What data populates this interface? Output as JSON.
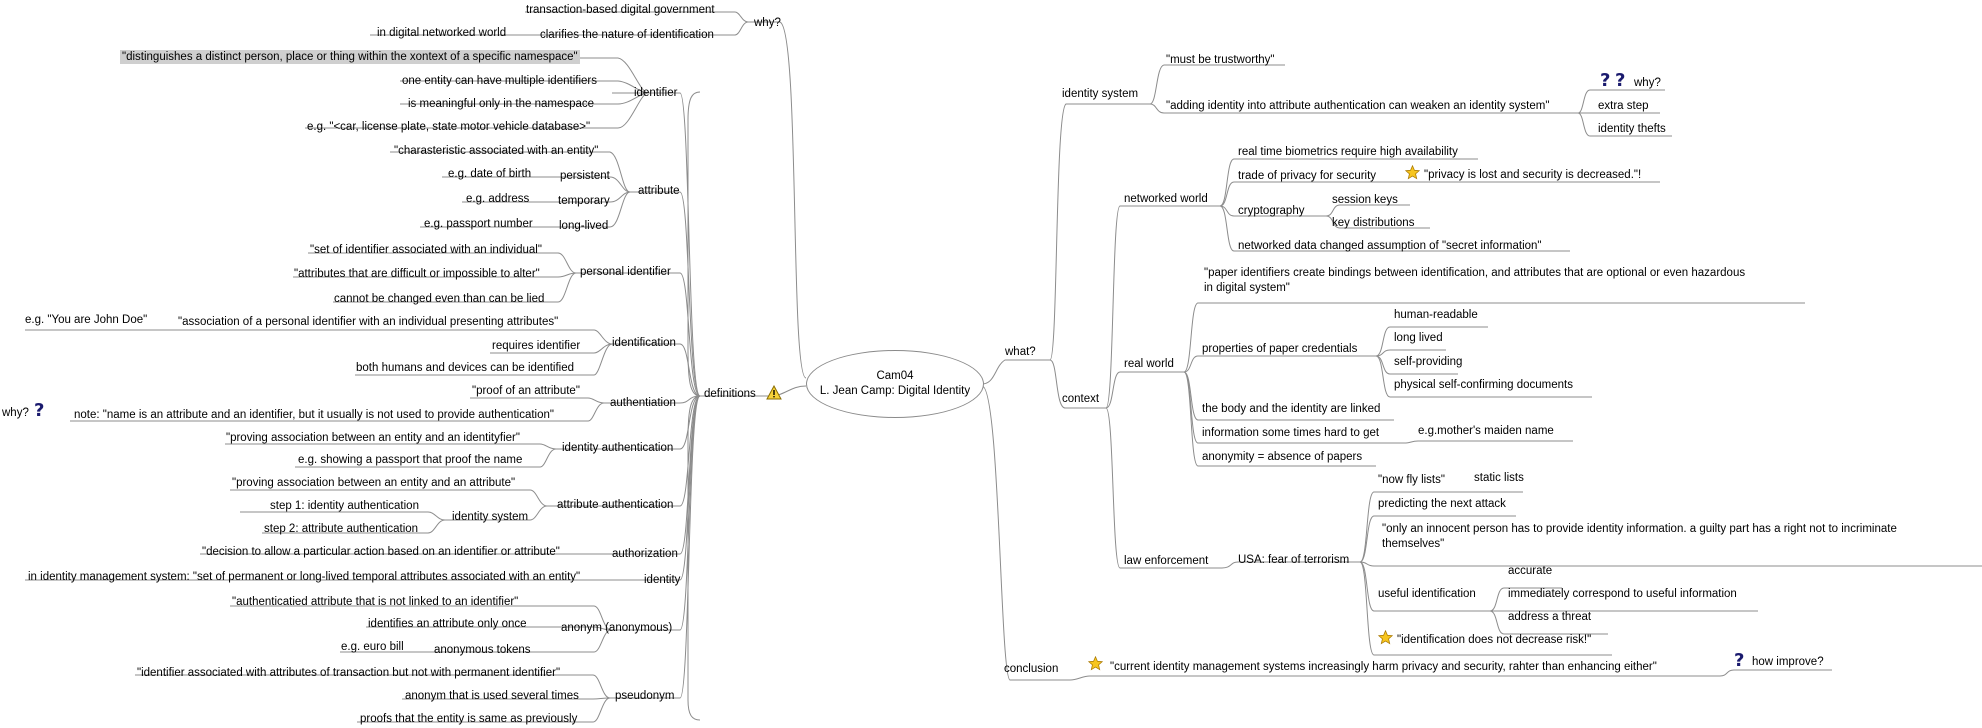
{
  "root": {
    "line1": "Cam04",
    "line2": "L. Jean Camp: Digital Identity"
  },
  "why": {
    "label": "why?",
    "c1": "transaction-based digital government",
    "c2": "clarifies the nature of identification",
    "c2a": "in digital networked world"
  },
  "definitions": {
    "label": "definitions",
    "identifier": {
      "label": "identifier",
      "d1": "\"distinguishes a distinct person, place or thing within the xontext of a specific namespace\"",
      "d2": "one entity can have multiple identifiers",
      "d3": "is meaningful only in the namespace",
      "d4": "e.g. \"<car, license plate, state motor vehicle database>\""
    },
    "attribute": {
      "label": "attribute",
      "d1": "\"charasteristic associated with an entity\"",
      "persistent": "persistent",
      "persistent_eg": "e.g. date of birth",
      "temporary": "temporary",
      "temporary_eg": "e.g. address",
      "longlived": "long-lived",
      "longlived_eg": "e.g. passport number"
    },
    "personal": {
      "label": "personal identifier",
      "d1": "\"set of identifier associated with an individual\"",
      "d2": "\"attributes that are difficult or impossible to alter\"",
      "d3": "cannot be changed even than can be lied"
    },
    "identification": {
      "label": "identification",
      "d1": "\"association of a personal identifier with an individual presenting attributes\"",
      "d1eg": "e.g. \"You are John Doe\"",
      "d2": "requires identifier",
      "d3": "both humans and devices can be identified"
    },
    "authentiation": {
      "label": "authentiation",
      "d1": "\"proof of an attribute\"",
      "d2": "note: \"name is an attribute and an identifier, but it usually is not used to provide authentication\"",
      "d2why": "why?"
    },
    "idauth": {
      "label": "identity authentication",
      "d1": "\"proving association between an entity and an identityfier\"",
      "d2": "e.g. showing a passport that proof the name"
    },
    "attrauth": {
      "label": "attribute authentication",
      "d1": "\"proving association between an entity and an attribute\"",
      "sys": "identity system",
      "s1": "step 1: identity authentication",
      "s2": "step 2: attribute authentication"
    },
    "authorization": {
      "label": "authorization",
      "d1": "\"decision to allow a particular action based on an identifier or attribute\""
    },
    "identity": {
      "label": "identity",
      "d1": "in identity management system: \"set of permanent or long-lived temporal attributes associated with an entity\""
    },
    "anonym": {
      "label": "anonym (anonymous)",
      "d1": "\"authenticatied attribute that is not linked to an identifier\"",
      "d2": "identifies an attribute only once",
      "tokens": "anonymous tokens",
      "tokens_eg": "e.g. euro bill"
    },
    "pseudonym": {
      "label": "pseudonym",
      "d1": "\"identifier associated with attributes of transaction but not with permanent identifier\"",
      "d2": "anonym that is used several times",
      "d3": "proofs that the entity is same as previously"
    }
  },
  "what": {
    "label": "what?",
    "idsys": {
      "label": "identity system",
      "d1": "\"must be trustworthy\"",
      "d2": "\"adding identity into attribute authentication can weaken an identity system\"",
      "why": "why?",
      "w1": "extra step",
      "w2": "identity thefts"
    },
    "context": {
      "label": "context",
      "networked": {
        "label": "networked world",
        "d1": "real time biometrics require high availability",
        "d2": "trade of privacy for security",
        "d2a": "\"privacy is lost and security is decreased.\"!",
        "d3": "cryptography",
        "c1": "session keys",
        "c2": "key distributions",
        "d4": "networked data changed assumption of \"secret information\""
      },
      "real": {
        "label": "real world",
        "d1a": "\"paper identifiers create bindings between identification, and attributes that are optional or even hazardous",
        "d1b": "in digital system\"",
        "d2": "properties of paper credentials",
        "p1": "human-readable",
        "p2": "long lived",
        "p3": "self-providing",
        "p4": "physical self-confirming documents",
        "d3": "the body and the identity are linked",
        "d4": "information some times hard to get",
        "d4eg": "e.g.mother's maiden name",
        "d5": "anonymity = absence of papers"
      },
      "law": {
        "label": "law enforcement",
        "usa": "USA: fear of terrorism",
        "fly": "\"now fly lists\"",
        "fly1": "static lists",
        "pred": "predicting the next attack",
        "inn1": "\"only an innocent person has to provide identity information. a guilty part has a right not to incriminate",
        "inn2": "themselves\"",
        "useful": "useful identification",
        "u1": "accurate",
        "u2": "immediately correspond to useful information",
        "u3": "address a threat",
        "dec": "\"identification does not decrease risk!\""
      }
    }
  },
  "conclusion": {
    "label": "conclusion",
    "d1": "\"current identity management systems increasingly harm privacy and security, rahter than enhancing either\"",
    "how": "how improve?"
  },
  "icons": {
    "warning": "warning-icon",
    "star": "star-icon",
    "question": "question-icon"
  }
}
